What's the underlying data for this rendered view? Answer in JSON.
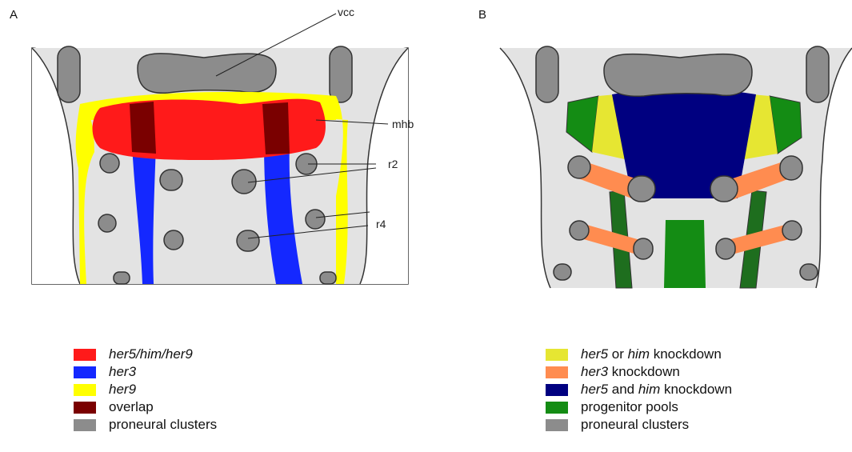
{
  "panels": {
    "a": {
      "label": "A",
      "annotations": {
        "vcc": "vcc",
        "mhb": "mhb",
        "r2": "r2",
        "r4": "r4"
      },
      "legend": [
        {
          "text": "her5/him/her9",
          "italic": true,
          "color": "#ff1a1a"
        },
        {
          "text": "her3",
          "italic": true,
          "color": "#1428ff"
        },
        {
          "text": "her9",
          "italic": true,
          "color": "#ffff00"
        },
        {
          "text": "overlap",
          "italic": false,
          "color": "#7a0000"
        },
        {
          "text": "proneural clusters",
          "italic": false,
          "color": "#8c8c8c"
        }
      ]
    },
    "b": {
      "label": "B",
      "legend": [
        {
          "italic_part": "her5",
          "rest": " or ",
          "italic_part2": "him",
          "rest2": " knockdown",
          "color": "#e6e632"
        },
        {
          "italic_part": "her3",
          "rest": " knockdown",
          "italic_part2": "",
          "rest2": "",
          "color": "#ff8c50"
        },
        {
          "italic_part": "her5",
          "rest": " and ",
          "italic_part2": "him",
          "rest2": " knockdown",
          "color": "#000080"
        },
        {
          "italic_part": "",
          "rest": "progenitor pools",
          "italic_part2": "",
          "rest2": "",
          "color": "#148c14"
        },
        {
          "italic_part": "",
          "rest": "proneural clusters",
          "italic_part2": "",
          "rest2": "",
          "color": "#8c8c8c"
        }
      ]
    }
  },
  "colors": {
    "tissue": "#e3e3e3",
    "cluster": "#8c8c8c",
    "outline": "#333333"
  }
}
